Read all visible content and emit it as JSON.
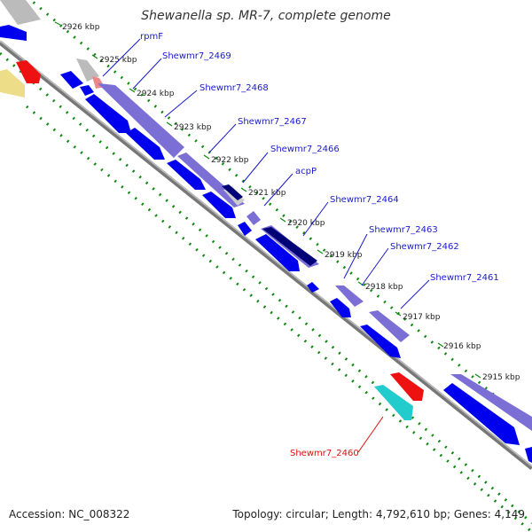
{
  "header": {
    "title": "Shewanella sp. MR-7, complete genome"
  },
  "footer": {
    "accession": "Accession: NC_008322",
    "summary": "Topology: circular; Length: 4,792,610 bp; Genes: 4,149"
  },
  "colors": {
    "backbone": "#808080",
    "forward_gene": "#7b6fd6",
    "reverse_gene": "#0000ee",
    "highlight": "#ee1111",
    "rna_gene": "#bbbbbb",
    "tick_dots": "#118811",
    "label_blue": "#1a1acc",
    "label_red": "#dd1111",
    "cyan_feature": "#22cccc",
    "yellow_feature": "#eedd88"
  },
  "ticks": [
    {
      "label": "2926 kbp"
    },
    {
      "label": "2925 kbp"
    },
    {
      "label": "2924 kbp"
    },
    {
      "label": "2923 kbp"
    },
    {
      "label": "2922 kbp"
    },
    {
      "label": "2921 kbp"
    },
    {
      "label": "2920 kbp"
    },
    {
      "label": "2919 kbp"
    },
    {
      "label": "2918 kbp"
    },
    {
      "label": "2917 kbp"
    },
    {
      "label": "2916 kbp"
    },
    {
      "label": "2915 kbp"
    }
  ],
  "gene_labels": [
    {
      "name": "rpmF",
      "color": "blue"
    },
    {
      "name": "Shewmr7_2469",
      "color": "blue"
    },
    {
      "name": "Shewmr7_2468",
      "color": "blue"
    },
    {
      "name": "Shewmr7_2467",
      "color": "blue"
    },
    {
      "name": "Shewmr7_2466",
      "color": "blue"
    },
    {
      "name": "acpP",
      "color": "blue"
    },
    {
      "name": "Shewmr7_2464",
      "color": "blue"
    },
    {
      "name": "Shewmr7_2463",
      "color": "blue"
    },
    {
      "name": "Shewmr7_2462",
      "color": "blue"
    },
    {
      "name": "Shewmr7_2461",
      "color": "blue"
    },
    {
      "name": "Shewmr7_2460",
      "color": "red"
    }
  ]
}
